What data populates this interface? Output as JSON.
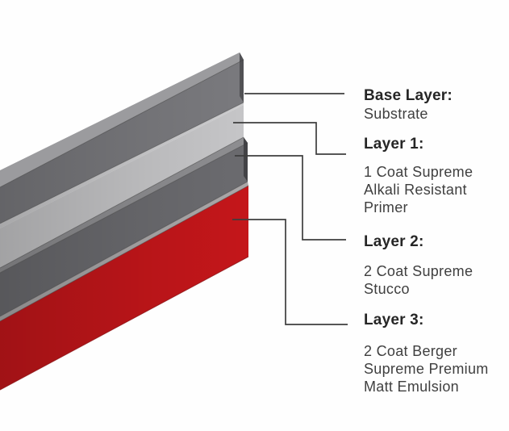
{
  "diagram": {
    "background": "#fefefe",
    "palette": {
      "top_face": "#9b9b9e",
      "strip_light": "#cdcdcf",
      "strip_mid": "#8e8e91",
      "strip_red_top": "#aaa7a8",
      "cap_dark": "#515154",
      "cap_darker": "#434346",
      "line": "#3e3e3e",
      "red_edge": "#8c1013",
      "heading_text": "#262626",
      "body_text": "#3f3f3f"
    },
    "layers": [
      {
        "name": "substrate",
        "color": "#7a7a7e"
      },
      {
        "name": "primer-coat",
        "color": "#c6c6c8"
      },
      {
        "name": "stucco-coat",
        "color": "#6b6b6f"
      },
      {
        "name": "emulsion-coat",
        "color": "#c4161a"
      }
    ],
    "labels": [
      {
        "heading": "Base Layer:",
        "lines": [
          "Substrate"
        ]
      },
      {
        "heading": "Layer 1:",
        "lines": [
          "1 Coat Supreme",
          "Alkali Resistant",
          "Primer"
        ]
      },
      {
        "heading": "Layer 2:",
        "lines": [
          "2 Coat Supreme",
          "Stucco"
        ]
      },
      {
        "heading": "Layer 3:",
        "lines": [
          "2 Coat Berger",
          "Supreme Premium",
          "Matt Emulsion"
        ]
      }
    ]
  }
}
